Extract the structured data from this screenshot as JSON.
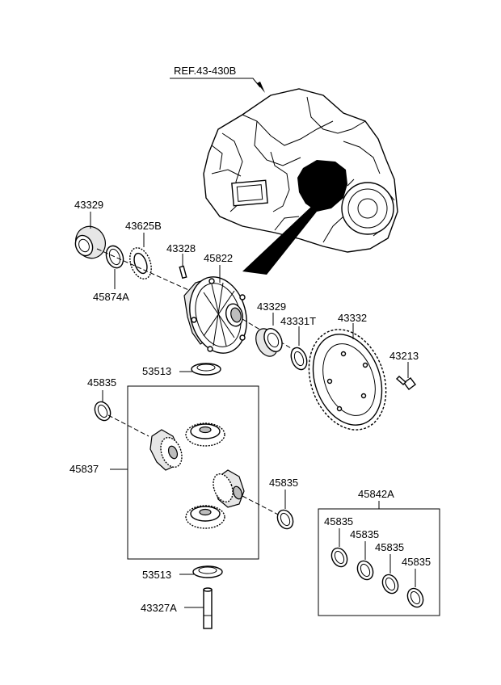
{
  "diagram": {
    "reference_label": "REF.43-430B",
    "part_labels": {
      "bearing_left": "43329",
      "shim_left": "45874A",
      "speedo_gear": "43625B",
      "pin": "43328",
      "case": "45822",
      "bearing_right": "43329",
      "shim_right": "43331T",
      "ring_gear": "43332",
      "bolt": "43213",
      "thrust_washer_top": "53513",
      "side_washer_left": "45835",
      "gear_set": "45837",
      "side_washer_right": "45835",
      "thrust_washer_bottom": "53513",
      "shaft": "43327A",
      "washer_kit": "45842A",
      "kit_washer_1": "45835",
      "kit_washer_2": "45835",
      "kit_washer_3": "45835",
      "kit_washer_4": "45835"
    }
  }
}
